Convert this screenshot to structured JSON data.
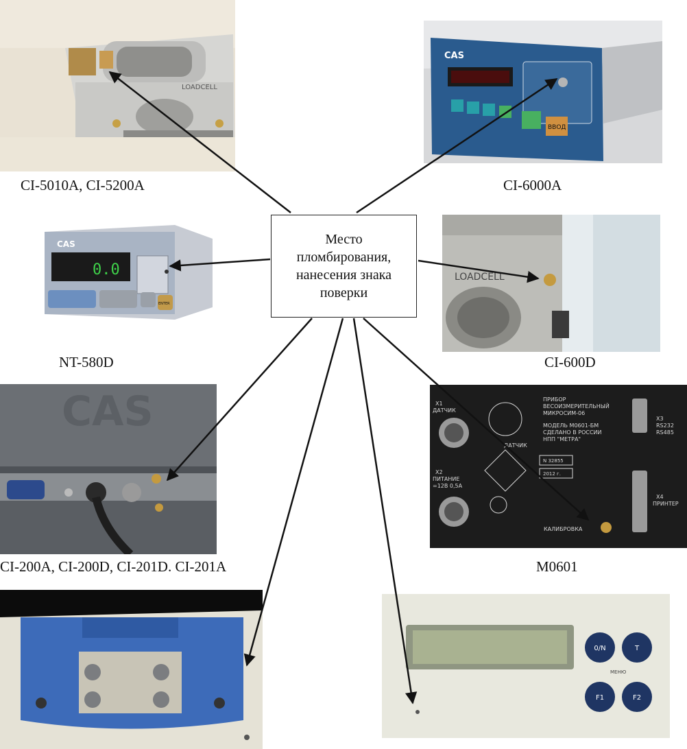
{
  "center_label": "Место пломбирования, нанесения знака поверки",
  "devices": [
    {
      "caption": "CI-5010A, CI-5200A"
    },
    {
      "caption": "CI-6000A"
    },
    {
      "caption": "NT-580D"
    },
    {
      "caption": "CI-600D"
    },
    {
      "caption": "CI-200A, CI-200D, CI-201D. CI-201A"
    },
    {
      "caption": "M0601"
    }
  ],
  "photo_text": {
    "ci5010": {
      "loadcell": "LOADCELL"
    },
    "ci6000": {
      "brand": "CAS",
      "enter": "ВВОД"
    },
    "nt580": {
      "brand": "CAS",
      "display": "0.0",
      "enter": "ENTER"
    },
    "ci600": {
      "loadcell": "LOADCELL"
    },
    "ci200": {
      "brand": "CAS"
    },
    "m0601": {
      "title1": "ПРИБОР",
      "title2": "ВЕСОИЗМЕРИТЕЛЬНЫЙ",
      "title3": "МИКРОСИМ-06",
      "model": "МОДЕЛЬ М0601-БМ",
      "made": "СДЕЛАНО В РОССИИ",
      "maker": "НПП \"МЕТРА\"",
      "serial": "N 32855",
      "year": "2012 г.",
      "x1": "X1",
      "x1_label": "ДАТЧИК",
      "x2": "X2",
      "x2_label": "ПИТАНИЕ",
      "x2_spec": "=12В 0,5А",
      "x3": "X3",
      "x3_label1": "RS232",
      "x3_label2": "RS485",
      "x4": "X4",
      "x4_label": "ПРИНТЕР",
      "sensor": "ДАТЧИК",
      "calib": "КАЛИБРОВКА"
    },
    "terminal": {
      "b1": "0/N",
      "b2": "T",
      "b3": "F1",
      "b4": "F2",
      "menu": "МЕНЮ"
    }
  },
  "colors": {
    "arrow": "#111111",
    "box_border": "#222222"
  }
}
